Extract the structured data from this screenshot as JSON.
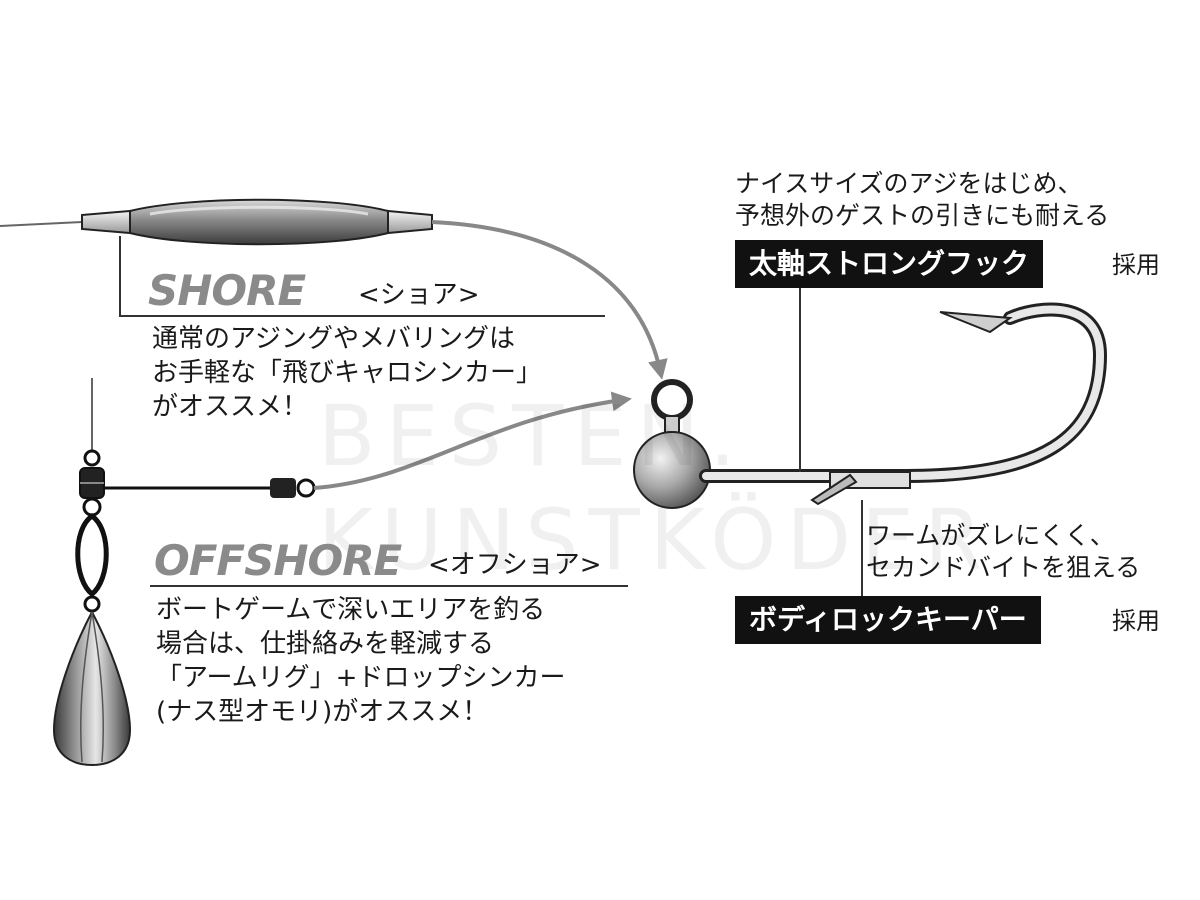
{
  "shore": {
    "title": "SHORE",
    "title_jp": "<ショア>",
    "desc": [
      "通常のアジングやメバリングは",
      "お手軽な「飛びキャロシンカー」",
      "がオススメ！"
    ]
  },
  "offshore": {
    "title": "OFFSHORE",
    "title_jp": "<オフショア>",
    "desc": [
      "ボートゲームで深いエリアを釣る",
      "場合は、仕掛絡みを軽減する",
      "「アームリグ」+ドロップシンカー",
      "(ナス型オモリ)がオススメ！"
    ]
  },
  "hook": {
    "note": [
      "ナイスサイズのアジをはじめ、",
      "予想外のゲストの引きにも耐える"
    ],
    "label": "太軸ストロングフック",
    "adopt": "採用"
  },
  "keeper": {
    "note": [
      "ワームがズレにくく、",
      "セカンドバイトを狙える"
    ],
    "label": "ボディロックキーパー",
    "adopt": "採用"
  },
  "watermark": [
    "BESTEN.",
    "KUNSTKÖDER"
  ],
  "colors": {
    "ink": "#1a1a1a",
    "label_bg": "#111111",
    "title_gray": "#8a8a8a",
    "arrow_gray": "#888888"
  }
}
